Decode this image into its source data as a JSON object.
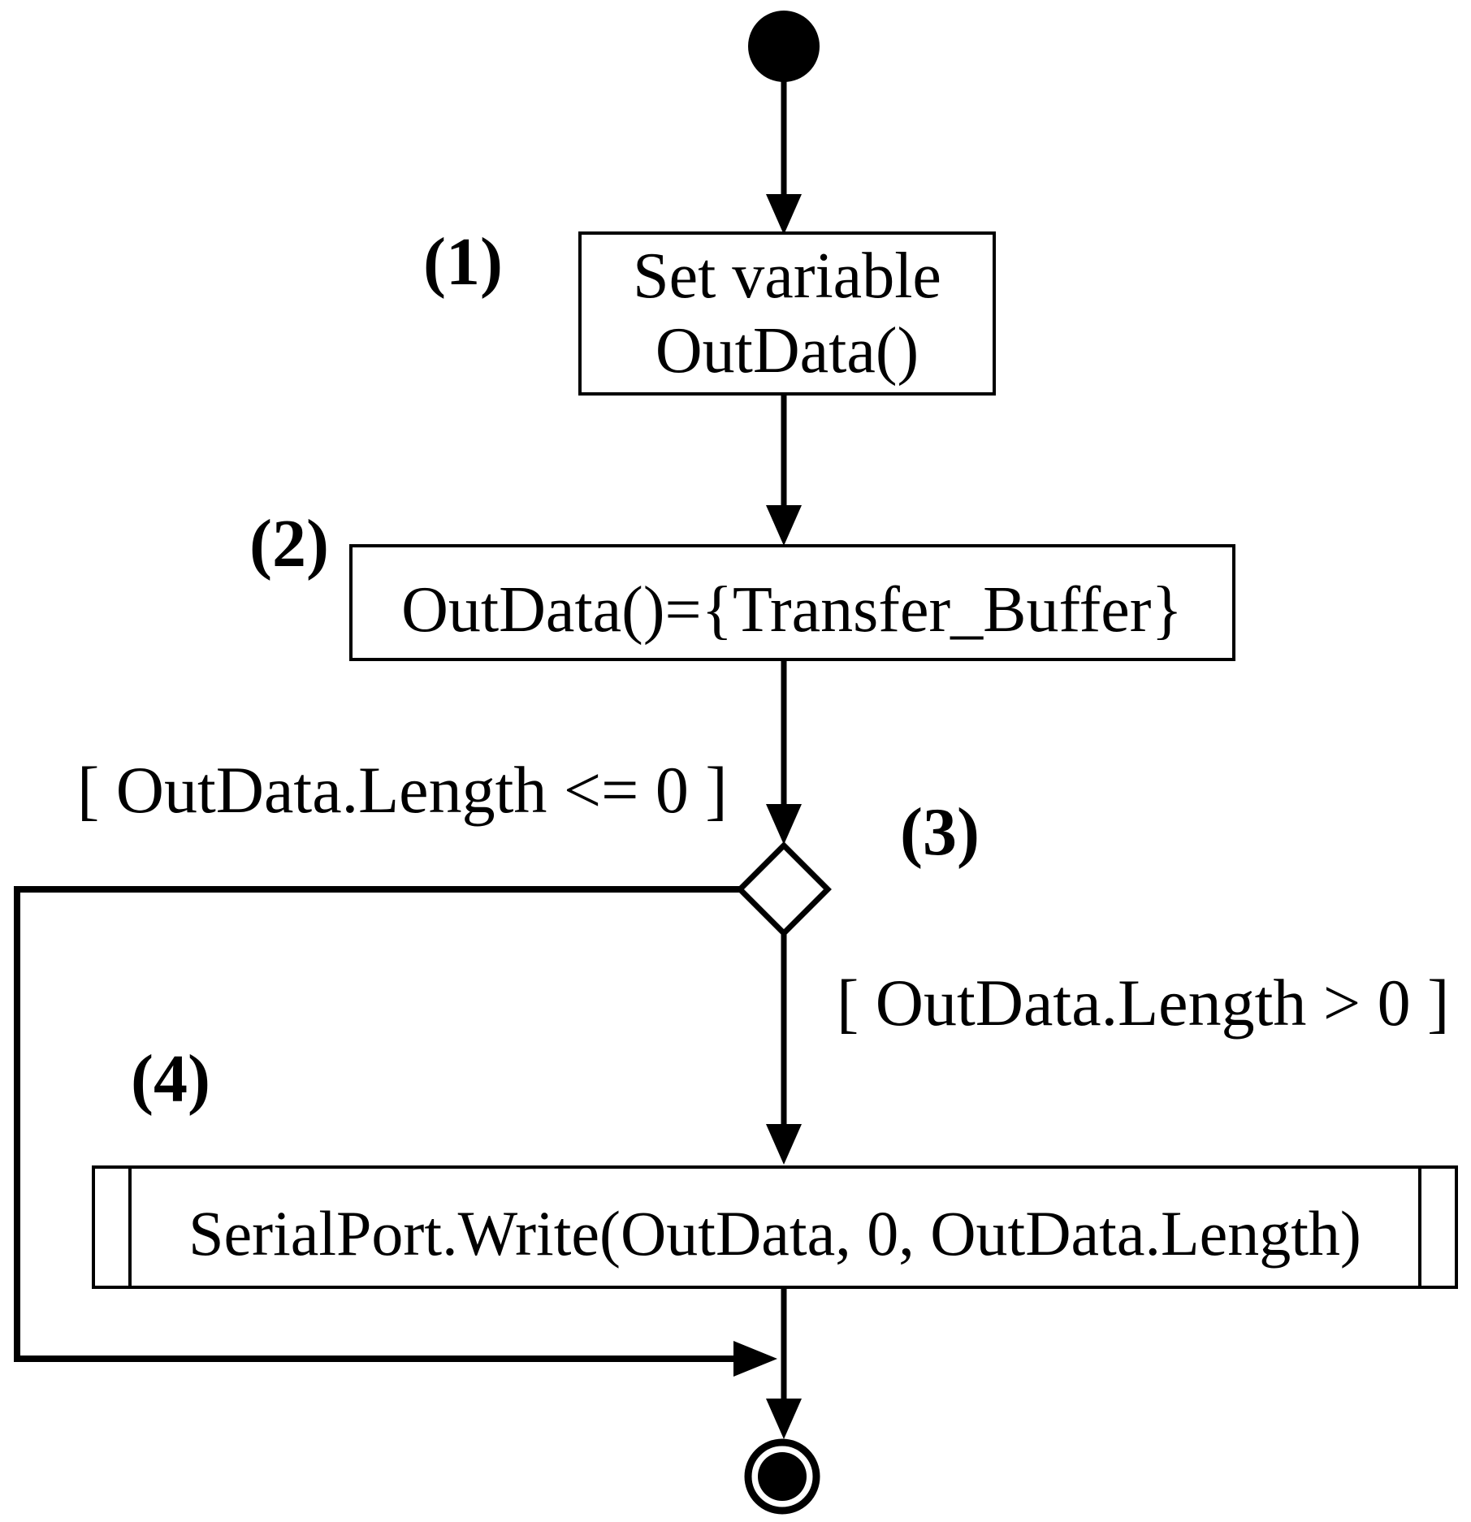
{
  "figure": {
    "type": "uml-activity-diagram",
    "background_color": "#ffffff",
    "ink_color": "#000000"
  },
  "steps": {
    "step1": {
      "marker": "(1)",
      "line1": "Set variable",
      "line2": "OutData()"
    },
    "step2": {
      "marker": "(2)",
      "text": "OutData()={Transfer_Buffer}"
    },
    "step3": {
      "marker": "(3)"
    },
    "step4": {
      "marker": "(4)",
      "text": "SerialPort.Write(OutData, 0, OutData.Length)"
    }
  },
  "guards": {
    "le_zero": "[ OutData.Length <= 0 ]",
    "gt_zero": "[ OutData.Length > 0 ]"
  }
}
